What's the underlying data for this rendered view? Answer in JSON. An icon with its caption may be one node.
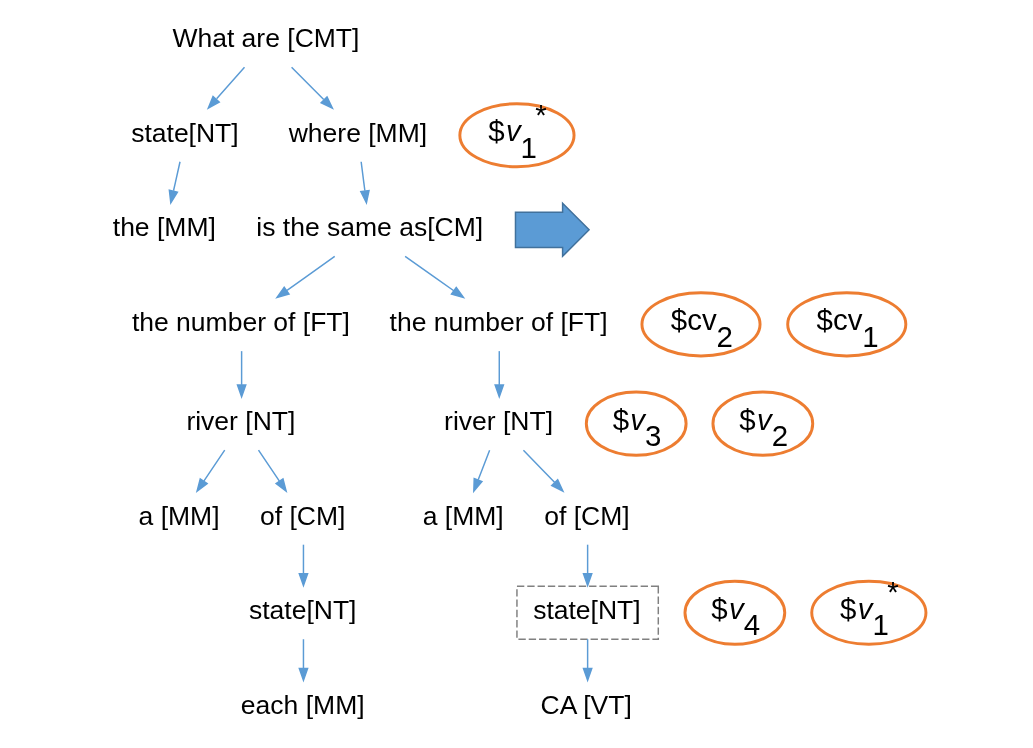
{
  "diagram": {
    "nodes": [
      {
        "text": [
          "What are [CMT]"
        ]
      },
      {
        "text": [
          "$*v*$_{1}$$^{*}$"
        ]
      },
      {
        "text": [
          "state[NT]"
        ]
      },
      {
        "text": [
          "where [MM]"
        ]
      },
      {
        "text": [
          "the [MM]"
        ]
      },
      {
        "text": [
          "is the same as[CM]"
        ]
      },
      {
        "text": [
          "$cv$_{1}$"
        ]
      },
      {
        "text": [
          "the number of [FT]"
        ]
      },
      {
        "text": [
          "the number of [FT]"
        ]
      },
      {
        "text": [
          "$cv$_{2}$"
        ]
      },
      {
        "text": [
          "$*v*$_{2}$"
        ]
      },
      {
        "text": [
          "river [NT]"
        ]
      },
      {
        "text": [
          "river [NT]"
        ]
      },
      {
        "text": [
          "$*v*$_{3}$"
        ]
      },
      {
        "text": [
          "a [MM]"
        ]
      },
      {
        "text": [
          "of [CM]"
        ]
      },
      {
        "text": [
          "a [MM]"
        ]
      },
      {
        "text": [
          "of [CM]"
        ]
      },
      {
        "text": [
          "$*v*$_{1}$$^{*}$"
        ]
      },
      {
        "text": [
          "state[NT]"
        ]
      },
      {
        "text": [
          "state[NT]"
        ]
      },
      {
        "text": [
          "$*v*$_{4}$"
        ]
      },
      {
        "text": [
          "each [MM]"
        ]
      },
      {
        "text": [
          "CA [VT]"
        ]
      },
      {
        "text": [],
        "shape": "arrow"
      }
    ],
    "edges": [
      {
        "from": 0,
        "to": 2,
        "arrow": "to"
      },
      {
        "from": 0,
        "to": 3,
        "arrow": "to"
      },
      {
        "from": 2,
        "to": 4,
        "arrow": "to"
      },
      {
        "from": 3,
        "to": 5,
        "arrow": "to"
      },
      {
        "from": 5,
        "to": 7,
        "arrow": "to"
      },
      {
        "from": 5,
        "to": 8,
        "arrow": "to"
      },
      {
        "from": 7,
        "to": 11,
        "arrow": "to"
      },
      {
        "from": 8,
        "to": 12,
        "arrow": "to"
      },
      {
        "from": 11,
        "to": 14,
        "arrow": "to"
      },
      {
        "from": 11,
        "to": 15,
        "arrow": "to"
      },
      {
        "from": 12,
        "to": 16,
        "arrow": "to"
      },
      {
        "from": 12,
        "to": 17,
        "arrow": "to"
      },
      {
        "from": 15,
        "to": 19,
        "arrow": "to"
      },
      {
        "from": 17,
        "to": 20,
        "arrow": "to"
      },
      {
        "from": 19,
        "to": 22,
        "arrow": "to"
      },
      {
        "from": 20,
        "to": 23,
        "arrow": "to"
      }
    ]
  }
}
